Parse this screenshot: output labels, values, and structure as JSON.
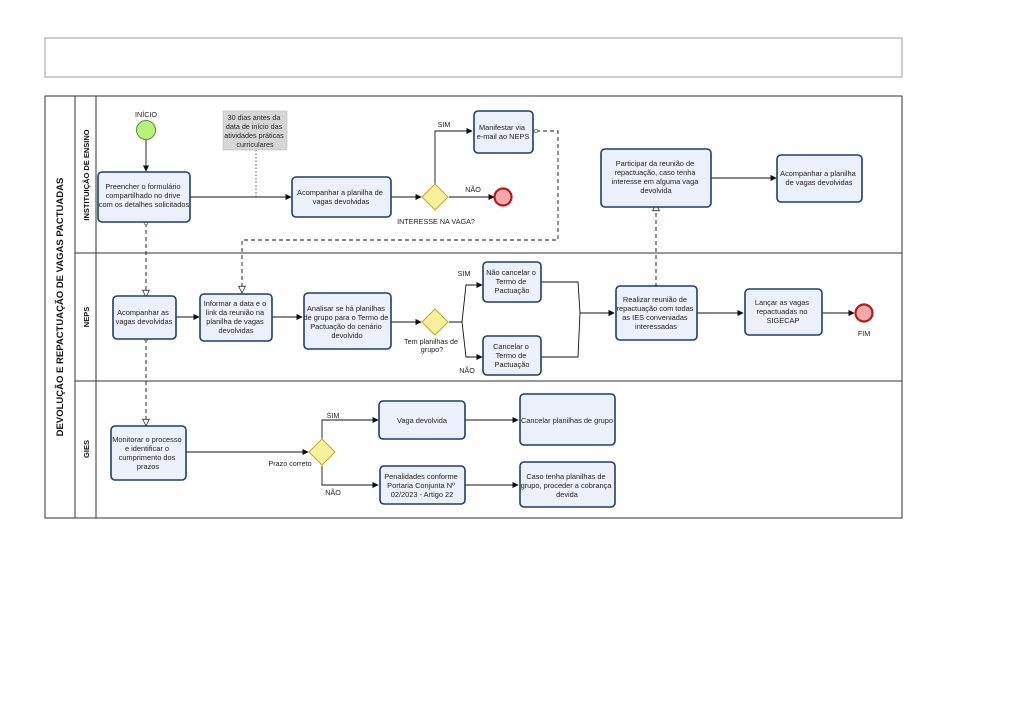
{
  "header_box_text": "",
  "pool": {
    "title": "DEVOLUÇÃO E REPACTUAÇÃO DE VAGAS PACTUADAS",
    "lanes": [
      "INSTITUIÇÃO DE ENSINO",
      "NEPS",
      "GIES"
    ]
  },
  "events": {
    "start": "INÍCIO",
    "end_fim": "FIM"
  },
  "annotation": {
    "lines": [
      "30 dias antes da",
      "data de início das",
      "atividades práticas",
      "curriculares"
    ]
  },
  "tasks": {
    "preencher": [
      "Preencher o formulário",
      "compartilhado no drive",
      "com os detalhes solicitados"
    ],
    "acomp_planilha_ie": [
      "Acompanhar a planilha de",
      "vagas devolvidas"
    ],
    "manifestar": [
      "Manifestar via",
      "e-mail ao NEPS"
    ],
    "participar": [
      "Participar da reunião de",
      "repactuação, caso tenha",
      "interesse em alguma vaga",
      "devolvida"
    ],
    "acomp_planilha_ie2": [
      "Acompanhar a planilha",
      "de vagas devolvidas"
    ],
    "acomp_vagas_neps": [
      "Acompanhar as",
      "vagas devolvidas"
    ],
    "informar": [
      "Informar a data e o",
      "link da reunião na",
      "planilha de vagas",
      "devolvidas"
    ],
    "analisar": [
      "Analisar se há planilhas",
      "de grupo para o Termo de",
      "Pactuação do cenário",
      "devolvido"
    ],
    "nao_cancelar": [
      "Não cancelar o",
      "Termo de",
      "Pactuação"
    ],
    "cancelar_termo": [
      "Cancelar o",
      "Termo de",
      "Pactuação"
    ],
    "realizar": [
      "Realizar reunião de",
      "repactuação com todas",
      "as IES conveniadas",
      "interessadas"
    ],
    "lancar": [
      "Lançar as vagas",
      "repactuadas no",
      "SIGECAP"
    ],
    "monitorar": [
      "Monitorar o processo",
      "e identificar o",
      "cumprimento dos",
      "prazos"
    ],
    "vaga_devolvida": [
      "Vaga devolvida"
    ],
    "cancelar_planilhas": [
      "Cancelar planilhas de grupo"
    ],
    "penalidades": [
      "Penalidades conforme",
      "Portaria Conjunta Nº",
      "02/2023 - Artigo 22"
    ],
    "cobranca": [
      "Caso tenha planilhas de",
      "grupo, proceder a cobrança",
      "devida"
    ]
  },
  "gateways": {
    "interesse": "INTERESSE NA VAGA?",
    "tem_planilhas": [
      "Tem planilhas de",
      "grupo?"
    ],
    "prazo": "Prazo correto"
  },
  "flow_labels": {
    "sim": "SIM",
    "nao": "NÃO"
  },
  "colors": {
    "task_fill": "#ecf0fb",
    "task_stroke": "#1f3f67",
    "start_fill": "#b7f07a",
    "end_fill": "#f4a8a8",
    "end_stroke": "#b21c1c",
    "gateway_fill": "#f6f29a",
    "gateway_stroke": "#b8a92a",
    "annotation_fill": "#d6d6d6",
    "line": "#111111",
    "border": "#444444"
  }
}
